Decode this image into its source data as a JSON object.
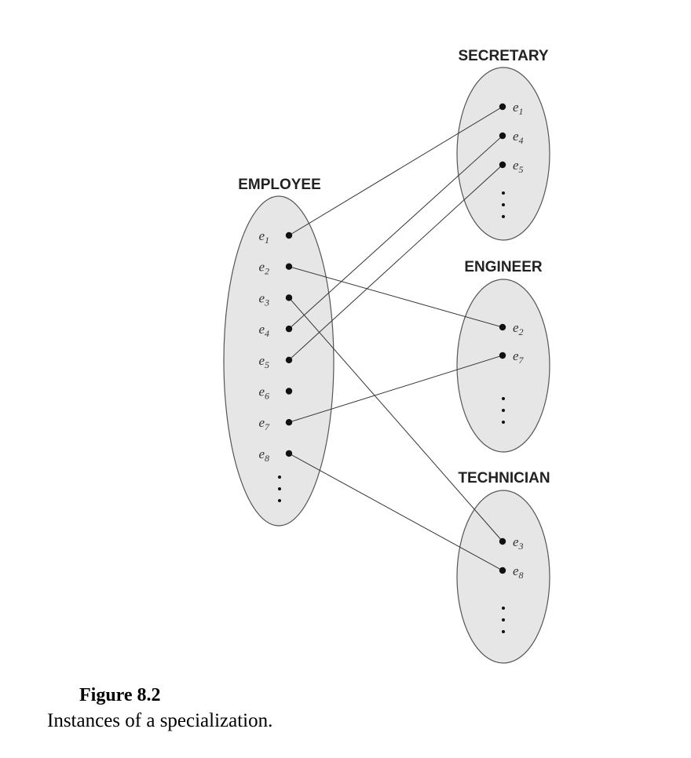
{
  "sets": {
    "employee": {
      "title": "EMPLOYEE",
      "elements": [
        {
          "base": "e",
          "sub": "1"
        },
        {
          "base": "e",
          "sub": "2"
        },
        {
          "base": "e",
          "sub": "3"
        },
        {
          "base": "e",
          "sub": "4"
        },
        {
          "base": "e",
          "sub": "5"
        },
        {
          "base": "e",
          "sub": "6"
        },
        {
          "base": "e",
          "sub": "7"
        },
        {
          "base": "e",
          "sub": "8"
        }
      ]
    },
    "secretary": {
      "title": "SECRETARY",
      "elements": [
        {
          "base": "e",
          "sub": "1"
        },
        {
          "base": "e",
          "sub": "4"
        },
        {
          "base": "e",
          "sub": "5"
        }
      ]
    },
    "engineer": {
      "title": "ENGINEER",
      "elements": [
        {
          "base": "e",
          "sub": "2"
        },
        {
          "base": "e",
          "sub": "7"
        }
      ]
    },
    "technician": {
      "title": "TECHNICIAN",
      "elements": [
        {
          "base": "e",
          "sub": "3"
        },
        {
          "base": "e",
          "sub": "8"
        }
      ]
    }
  },
  "links": [
    {
      "from": "e1",
      "to_set": "secretary",
      "to": "e1"
    },
    {
      "from": "e2",
      "to_set": "engineer",
      "to": "e2"
    },
    {
      "from": "e3",
      "to_set": "technician",
      "to": "e3"
    },
    {
      "from": "e4",
      "to_set": "secretary",
      "to": "e4"
    },
    {
      "from": "e5",
      "to_set": "secretary",
      "to": "e5"
    },
    {
      "from": "e7",
      "to_set": "engineer",
      "to": "e7"
    },
    {
      "from": "e8",
      "to_set": "technician",
      "to": "e8"
    }
  ],
  "caption": {
    "title": "Figure 8.2",
    "text": "Instances of a specialization."
  }
}
